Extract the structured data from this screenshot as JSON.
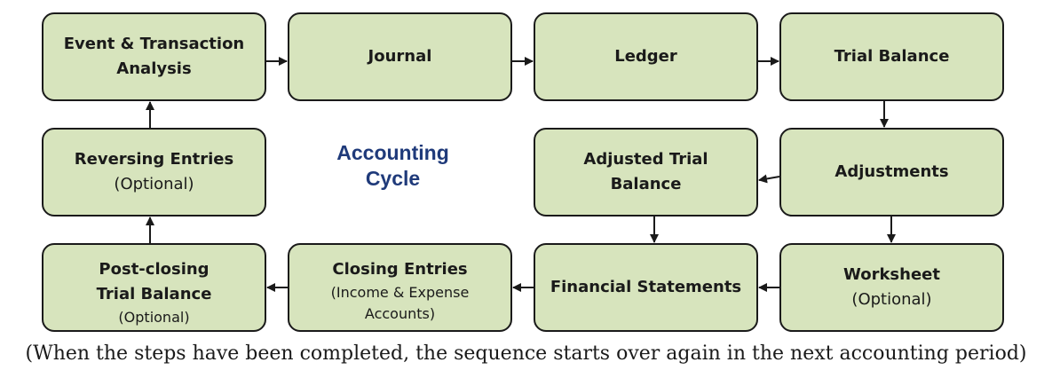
{
  "title": [
    "Accounting",
    "Cycle"
  ],
  "steps": {
    "event": [
      "Event & Transaction",
      "Analysis"
    ],
    "journal": "Journal",
    "ledger": "Ledger",
    "trial_balance": "Trial Balance",
    "reversing": [
      "Reversing Entries",
      "(Optional)"
    ],
    "adjusted": [
      "Adjusted Trial",
      "Balance"
    ],
    "adjustments": "Adjustments",
    "post_closing": [
      "Post-closing",
      "Trial Balance",
      "(Optional)"
    ],
    "closing": [
      "Closing Entries",
      "(Income & Expense",
      "Accounts)"
    ],
    "financial": "Financial Statements",
    "worksheet": [
      "Worksheet",
      "(Optional)"
    ]
  },
  "caption": "(When the steps have been completed, the sequence starts over again in the next accounting period)"
}
